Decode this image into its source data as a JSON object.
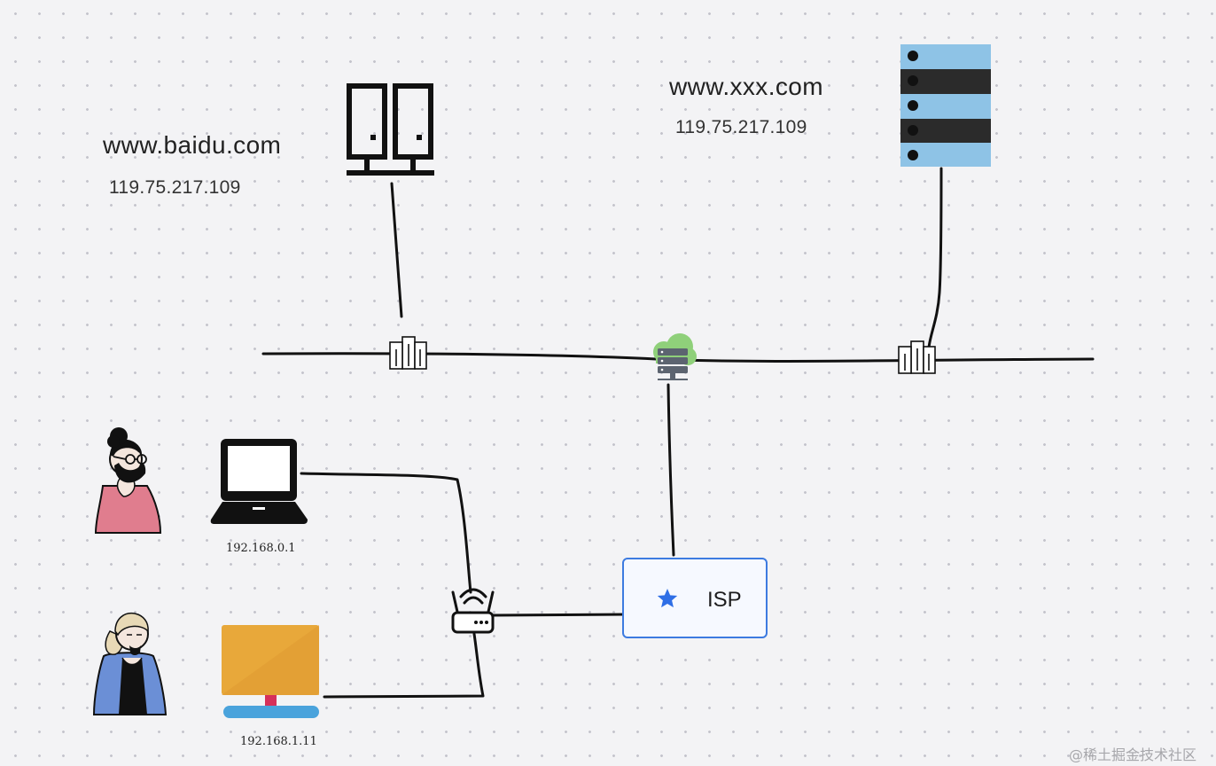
{
  "servers": {
    "baidu": {
      "domain": "www.baidu.com",
      "ip": "119.75.217.109"
    },
    "xxx": {
      "domain": "www.xxx.com",
      "ip": "119.75.217.109"
    }
  },
  "lan": {
    "laptop_ip": "192.168.0.1",
    "desktop_ip": "192.168.1.11"
  },
  "isp": {
    "label": "ISP"
  },
  "watermark": "@稀土掘金技术社区",
  "colors": {
    "line": "#111111",
    "server_rack_light": "#8ec3e6",
    "server_rack_dark": "#2b2b2b",
    "isp_border": "#3d7be0",
    "isp_star": "#2f6fe6",
    "cloud_green": "#8fd07a",
    "monitor_orange": "#e8a83a",
    "monitor_stand": "#4aa3dc",
    "person_shirt_pink": "#e07d8e",
    "person_jacket_blue": "#6b8fd6"
  },
  "icons": [
    "building-server-icon",
    "rack-server-icon",
    "node-server-icon",
    "cloud-router-icon",
    "laptop-icon",
    "desktop-monitor-icon",
    "wifi-router-icon",
    "star-icon",
    "user-avatar-icon"
  ]
}
